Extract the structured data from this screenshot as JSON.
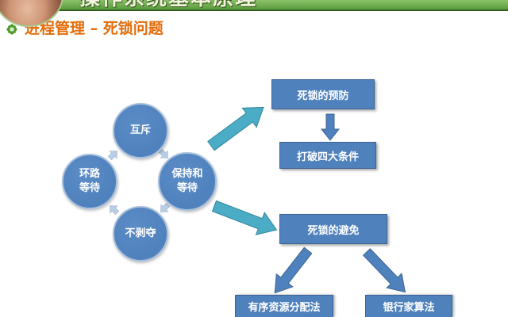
{
  "header": {
    "title": "操作系统基本原理"
  },
  "slide": {
    "subtitle": "进程管理 – 死锁问题"
  },
  "icons": {
    "bullet": "flower-bullet-icon"
  },
  "diagram": {
    "conditions": [
      {
        "label": "互斥"
      },
      {
        "label": "保持和\n等待"
      },
      {
        "label": "不剥夺"
      },
      {
        "label": "环路\n等待"
      }
    ],
    "prevention": {
      "label": "死锁的预防",
      "method": "打破四大条件"
    },
    "avoidance": {
      "label": "死锁的避免",
      "methods": [
        "有序资源分配法",
        "银行家算法"
      ]
    }
  },
  "colors": {
    "header_green": "#5c9a3c",
    "subtitle_text": "#e36c09",
    "shape_blue": "#4f81bd",
    "arrow_teal": "#4bacc6",
    "cycle_arrow": "#b9cde5",
    "bullet_green": "#4e9a2a"
  }
}
